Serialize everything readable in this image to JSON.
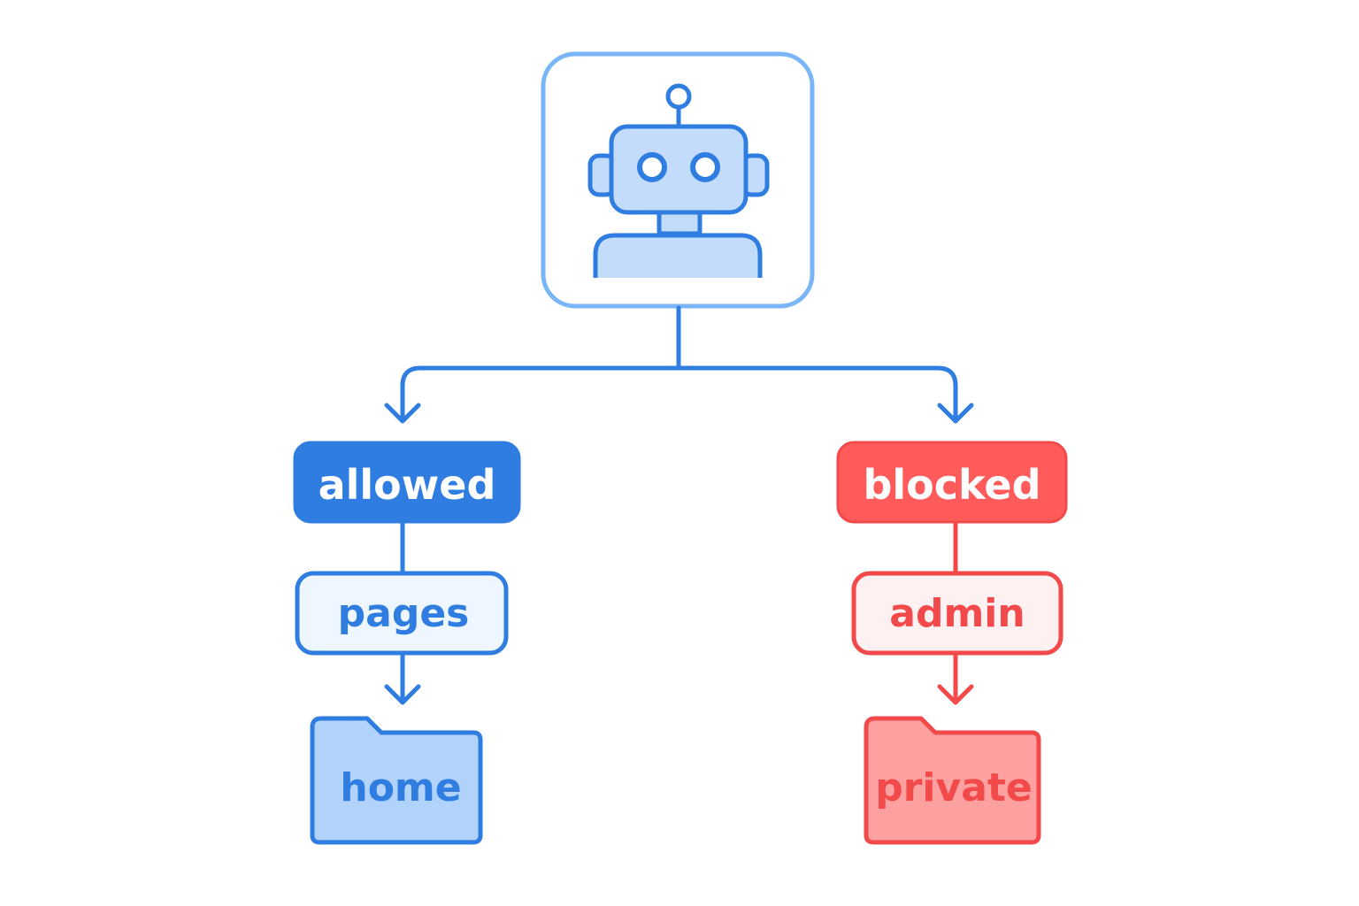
{
  "labels": {
    "allowed": "allowed",
    "blocked": "blocked",
    "pages": "pages",
    "admin": "admin",
    "home": "home",
    "private": "private"
  },
  "icons": {
    "agent": "robot-icon",
    "allowed_leaf": "folder-icon",
    "blocked_leaf": "folder-icon"
  },
  "colors": {
    "blue": "#2f7de1",
    "blue_light_border": "#7ab6f7",
    "blue_fill": "#c4dcfb",
    "blue_pale": "#eef6ff",
    "folder_blue": "#b0d2fb",
    "red": "#f2494b",
    "red_fill": "#ff5b5b",
    "red_pale": "#fff1f1",
    "folder_red": "#fda0a0",
    "background": "#ffffff"
  }
}
